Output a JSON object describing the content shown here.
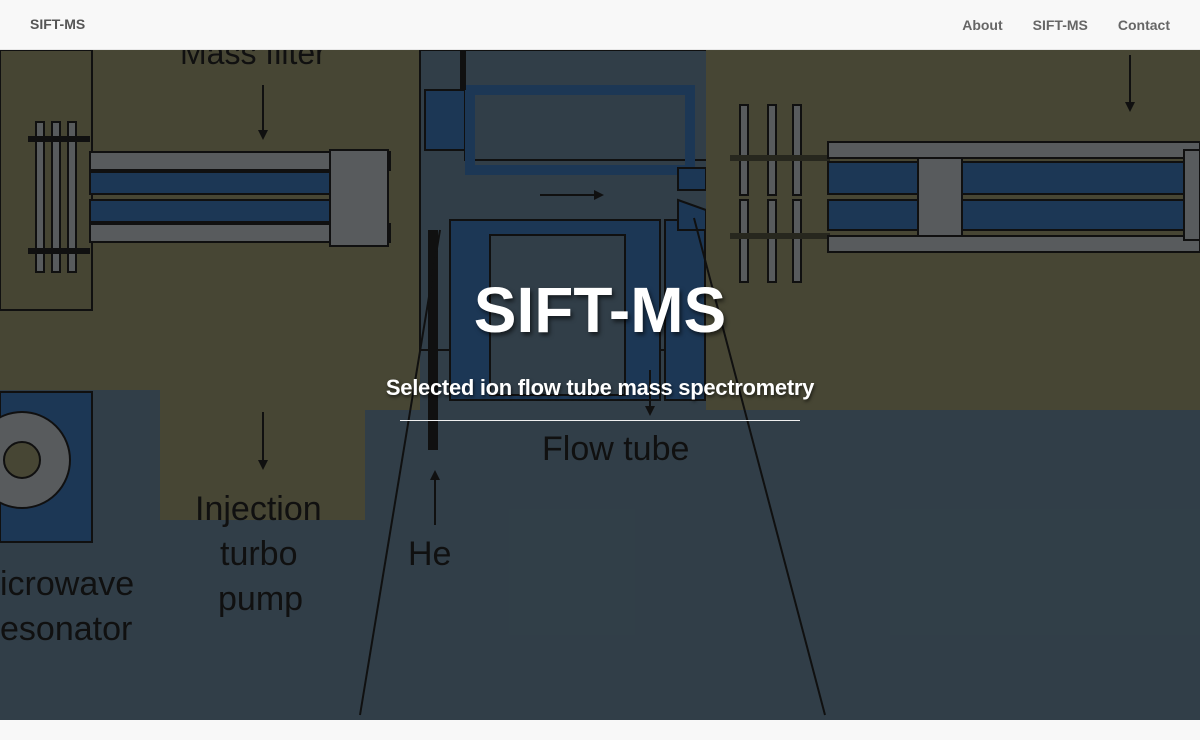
{
  "navbar": {
    "brand": "SIFT-MS",
    "links": [
      {
        "label": "About"
      },
      {
        "label": "SIFT-MS"
      },
      {
        "label": "Contact"
      }
    ]
  },
  "hero": {
    "title": "SIFT-MS",
    "subtitle": "Selected ion flow tube mass spectrometry",
    "background_labels": {
      "mass_filter": "Mass filter",
      "injection_line1": "Injection",
      "injection_line2": "turbo",
      "injection_line3": "pump",
      "microwave_line1": "icrowave",
      "microwave_line2": "esonator",
      "flow_tube": "Flow tube",
      "he": "He"
    }
  },
  "colors": {
    "overlay_base": "#34424c",
    "diagram_olive": "#4b4a37",
    "diagram_blue": "#1e3a5a",
    "diagram_gray": "#5a5d60",
    "navbar_bg": "#f8f8f8",
    "nav_text": "#666666"
  }
}
